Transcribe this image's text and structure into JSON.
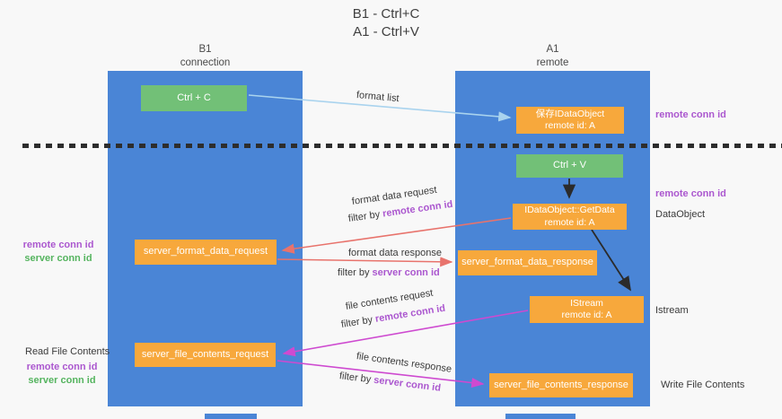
{
  "title": {
    "line1": "B1 - Ctrl+C",
    "line2": "A1 - Ctrl+V"
  },
  "columns": {
    "left": {
      "name": "B1",
      "role": "connection"
    },
    "right": {
      "name": "A1",
      "role": "remote"
    }
  },
  "nodes": {
    "ctrl_c": "Ctrl + C",
    "save_idataobject": {
      "line1": "保存IDataObject",
      "line2": "remote id: A"
    },
    "ctrl_v": "Ctrl + V",
    "getdata": {
      "line1": "IDataObject::GetData",
      "line2": "remote id: A"
    },
    "server_format_data_request": "server_format_data_request",
    "server_format_data_response": "server_format_data_response",
    "istream": {
      "line1": "IStream",
      "line2": "remote id: A"
    },
    "server_file_contents_request": "server_file_contents_request",
    "server_file_contents_response": "server_file_contents_response"
  },
  "annotations": {
    "format_list": "format list",
    "format_data_request": "format data request",
    "format_data_response": "format data response",
    "file_contents_request": "file contents request",
    "file_contents_response": "file contents response",
    "filter_by": "filter by",
    "remote_conn_id": "remote conn id",
    "server_conn_id": "server conn id",
    "dataobject": "DataObject",
    "istream": "Istream",
    "read_file_contents": "Read File Contents",
    "write_file_contents": "Write File Contents"
  },
  "colors": {
    "lifeline_blue": "#4a85d6",
    "node_orange": "#f7a83c",
    "node_green": "#72c077",
    "arrow_light_blue": "#a9d3ee",
    "arrow_red": "#e8736c",
    "arrow_magenta": "#ce4ad0",
    "arrow_black": "#2b2b2b",
    "label_purple": "#ab57cf",
    "label_green": "#55b45f"
  }
}
